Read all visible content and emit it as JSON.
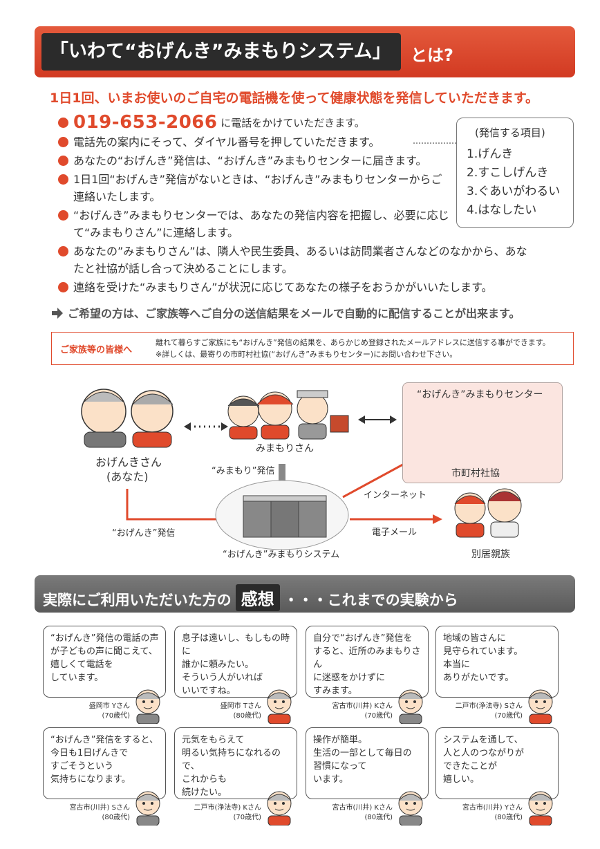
{
  "title": {
    "main": "「いわて“おげんき”みまもりシステム」",
    "suffix": "とは?"
  },
  "lead": "1日1回、いまお使いのご自宅の電話機を使って健康状態を発信していただきます。",
  "phone": {
    "number": "019-653-2066",
    "text": "に電話をかけていただきます。"
  },
  "bullets": [
    "電話先の案内にそって、ダイヤル番号を押していただきます。",
    "あなたの“おげんき”発信は、“おげんき”みまもりセンターに届きます。",
    "1日1回“おげんき”発信がないときは、“おげんき”みまもりセンターからご連絡いたします。",
    "“おげんき”みまもりセンターでは、あなたの発信内容を把握し、必要に応じて“みまもりさん”に連絡します。",
    "あなたの”みまもりさん”は、隣人や民生委員、あるいは訪問業者さんなどのなかから、あなたと社協が話し合って決めることにします。",
    "連絡を受けた“みまもりさん”が状況に応じてあなたの様子をおうかがいいたします。"
  ],
  "items_box": {
    "heading": "(発信する項目)",
    "items": [
      "1.げんき",
      "2.すこしげんき",
      "3.ぐあいがわるい",
      "4.はなしたい"
    ]
  },
  "arrow_note": "ご希望の方は、ご家族等へご自分の送信結果をメールで自動的に配信することが出来ます。",
  "family": {
    "label": "ご家族等の皆様へ",
    "line1": "離れて暮らすご家族にも“おげんき”発信の結果を、あらかじめ登録されたメールアドレスに送信する事ができます。",
    "line2": "※詳しくは、最寄りの市町村社協(“おげんき”みまもりセンター)にお問い合わせ下さい。"
  },
  "diagram": {
    "you_line1": "おげんきさん",
    "you_line2": "(あなた)",
    "watchers": "みまもりさん",
    "watch_send": "“みまもり”発信",
    "genki_send": "“おげんき”発信",
    "system": "“おげんき”みまもりシステム",
    "internet": "インターネット",
    "email": "電子メール",
    "center_title": "“おげんき”みまもりセンター",
    "center_org": "市町村社協",
    "family": "別居親族"
  },
  "impressions": {
    "before": "実際にご利用いただいた方の",
    "key": "感想",
    "after": "・・・これまでの実験から"
  },
  "testimonials": [
    {
      "lines": [
        "“おげんき”発信の電話の声",
        "が子どもの声に聞こえて、",
        "嬉しくて電話を",
        "しています。"
      ],
      "who": "盛岡市 Yさん",
      "age": "(70歳代)"
    },
    {
      "lines": [
        "息子は遠いし、もしもの時に",
        "誰かに頼みたい。",
        "そういう人がいれば",
        "いいですね。"
      ],
      "who": "盛岡市 Tさん",
      "age": "(80歳代)"
    },
    {
      "lines": [
        "自分で“おげんき”発信を",
        "すると、近所のみまもりさん",
        "に迷惑をかけずに",
        "すみます。"
      ],
      "who": "宮古市(川井) Kさん",
      "age": "(70歳代)"
    },
    {
      "lines": [
        "地域の皆さんに",
        "見守られています。",
        "本当に",
        "ありがたいです。"
      ],
      "who": "二戸市(浄法寺) Sさん",
      "age": "(70歳代)"
    },
    {
      "lines": [
        "“おげんき”発信をすると、",
        "今日も1日げんきで",
        "すごそうという",
        "気持ちになります。"
      ],
      "who": "宮古市(川井) Sさん",
      "age": "(80歳代)"
    },
    {
      "lines": [
        "元気をもらえて",
        "明るい気持ちになれるので、",
        "これからも",
        "続けたい。"
      ],
      "who": "二戸市(浄法寺) Kさん",
      "age": "(70歳代)"
    },
    {
      "lines": [
        "操作が簡単。",
        "生活の一部として毎日の",
        "習慣になって",
        "います。"
      ],
      "who": "宮古市(川井) Kさん",
      "age": "(80歳代)"
    },
    {
      "lines": [
        "システムを通して、",
        "人と人のつながりが",
        "できたことが",
        "嬉しい。"
      ],
      "who": "宮古市(川井) Yさん",
      "age": "(80歳代)"
    }
  ],
  "colors": {
    "accent": "#e04a2c",
    "dark": "#2b2b2b",
    "banner_gray": "#6a6a6a",
    "center_bg": "#fbe5e0"
  }
}
